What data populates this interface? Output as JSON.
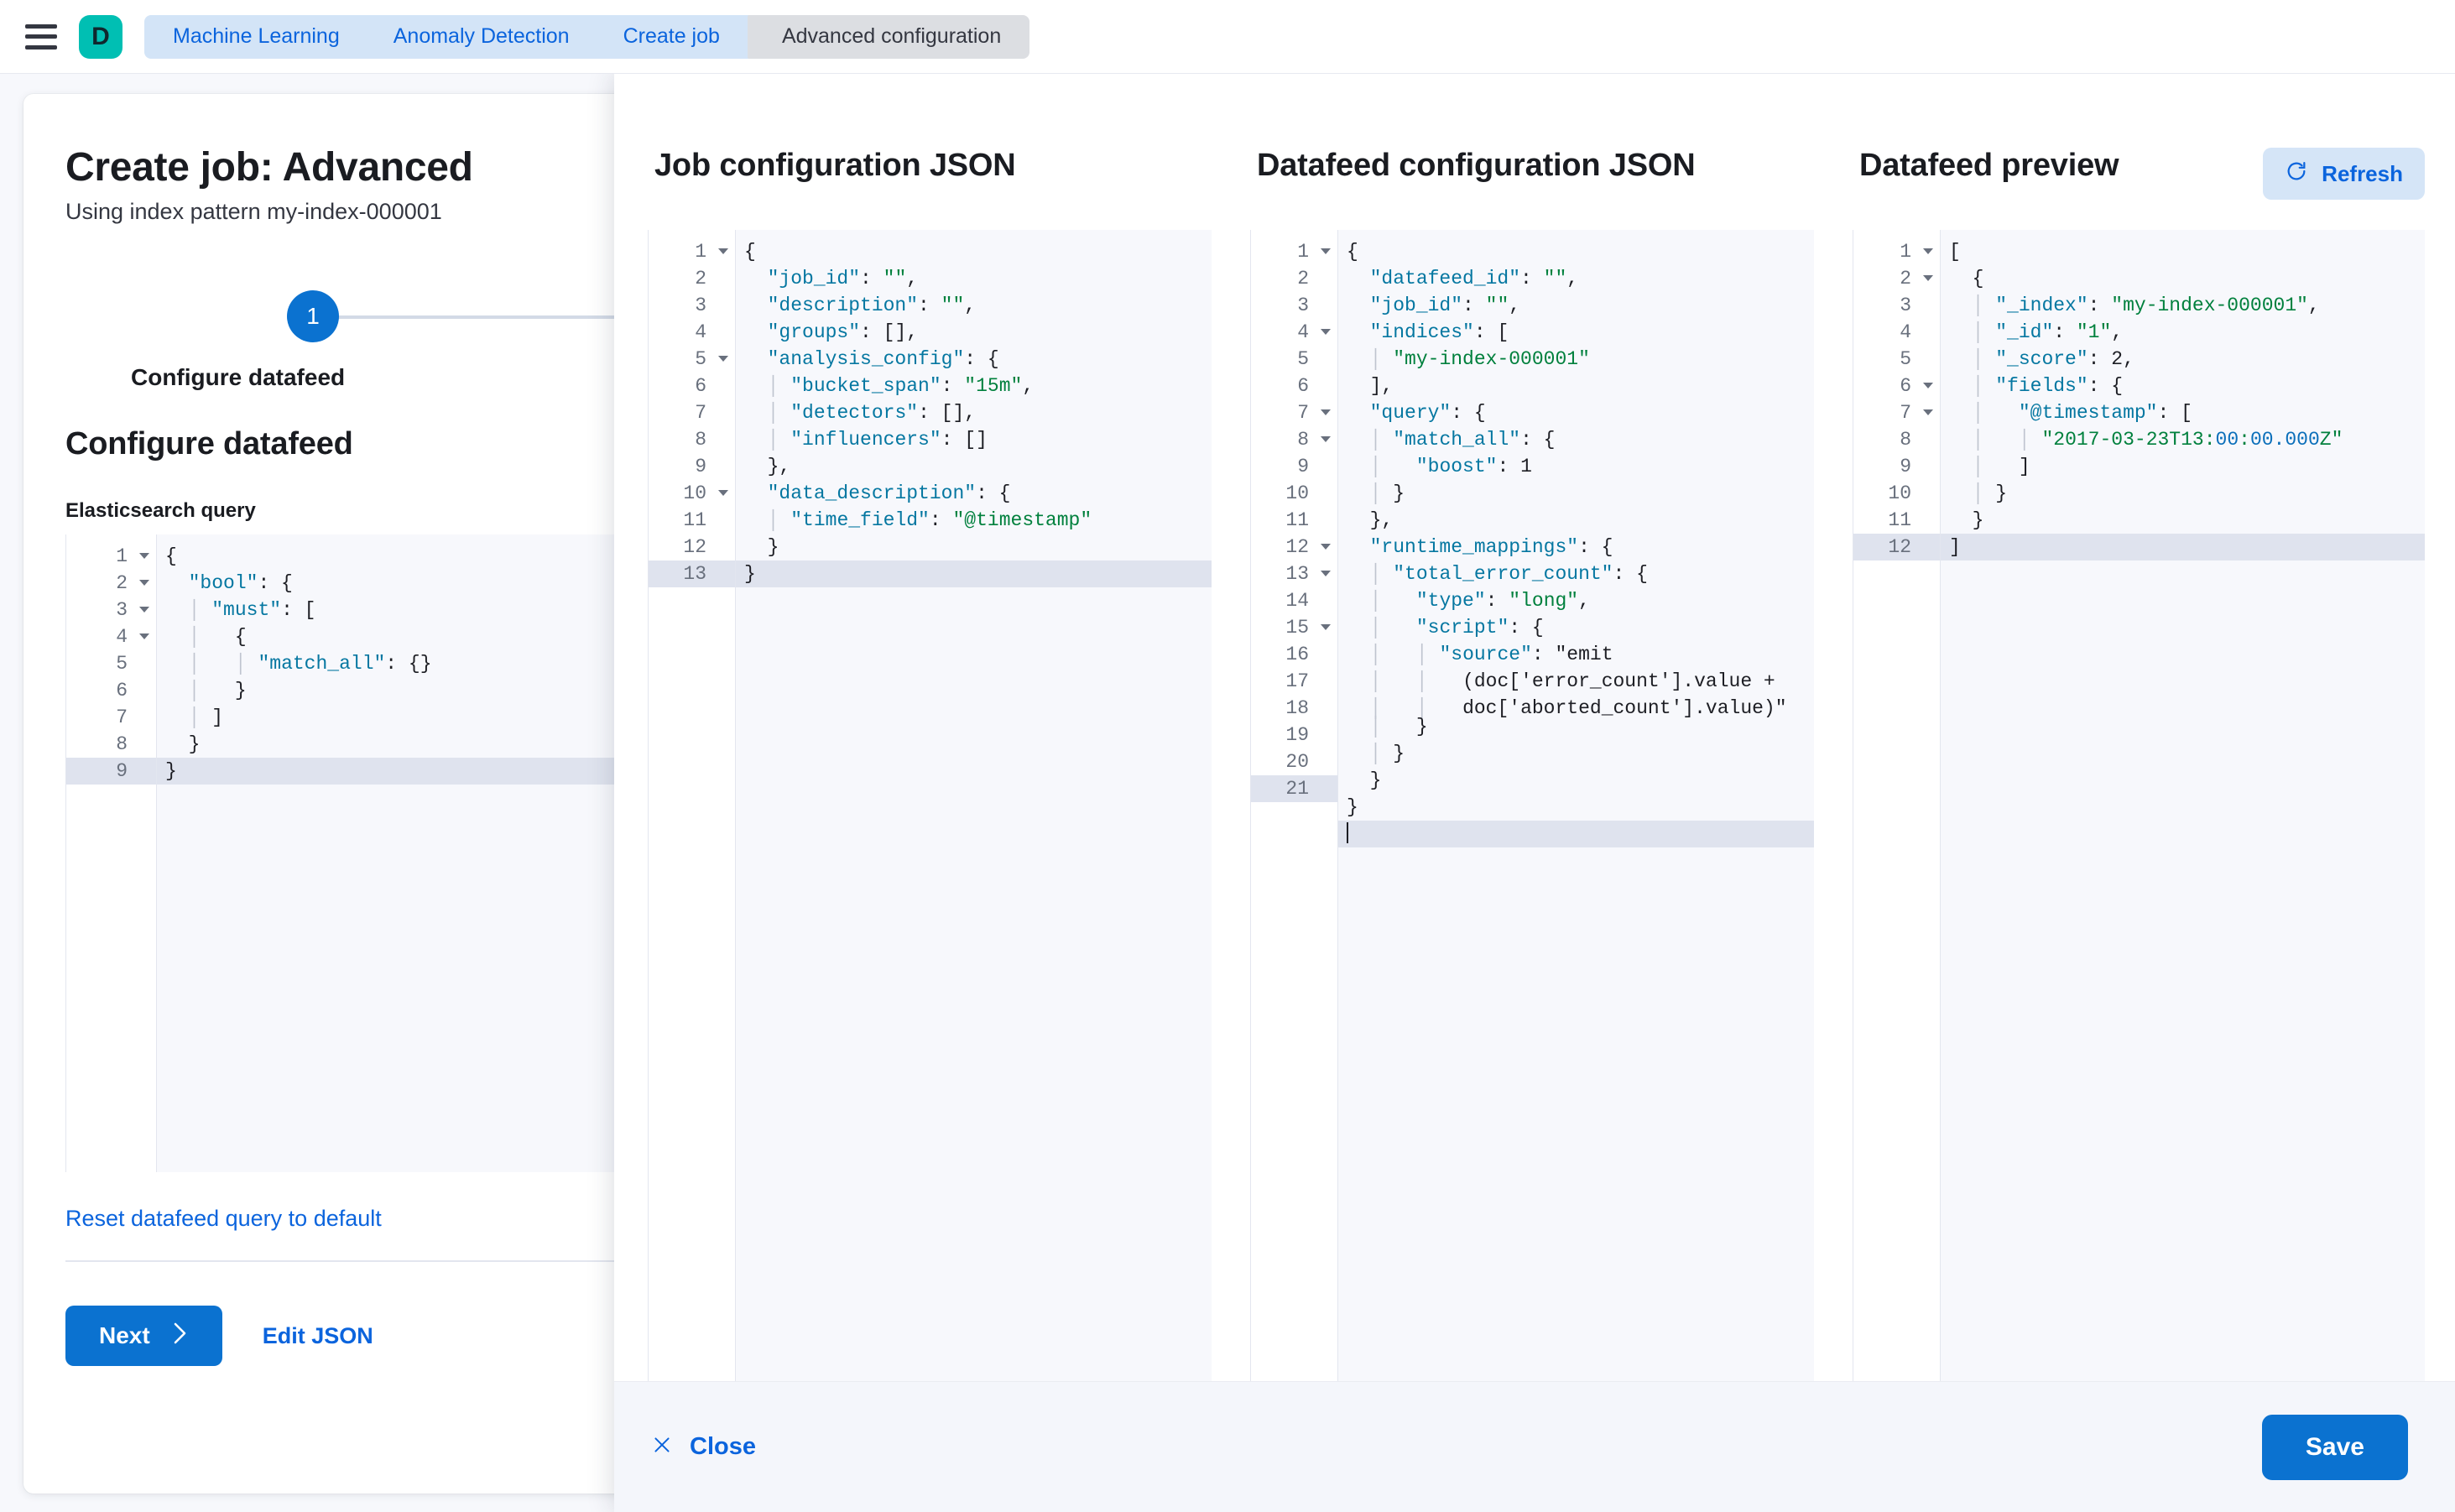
{
  "chrome": {
    "menu_icon": "hamburger-menu-icon",
    "logo_letter": "D",
    "breadcrumbs": [
      {
        "label": "Machine Learning",
        "active": false
      },
      {
        "label": "Anomaly Detection",
        "active": false
      },
      {
        "label": "Create job",
        "active": false
      },
      {
        "label": "Advanced configuration",
        "active": true
      }
    ]
  },
  "wizard": {
    "title": "Create job: Advanced",
    "subtitle": "Using index pattern my-index-000001",
    "step_number": "1",
    "step_label": "Configure datafeed",
    "section_heading": "Configure datafeed",
    "query_field_label": "Elasticsearch query",
    "reset_link": "Reset datafeed query to default",
    "next_button": "Next",
    "next_icon": "chevron-right-icon",
    "edit_json_button": "Edit JSON",
    "query_editor": {
      "lines": [
        {
          "n": "1",
          "fold": true,
          "text": "{"
        },
        {
          "n": "2",
          "fold": true,
          "text": "  \"bool\": {"
        },
        {
          "n": "3",
          "fold": true,
          "text": "    \"must\": ["
        },
        {
          "n": "4",
          "fold": true,
          "text": "      {"
        },
        {
          "n": "5",
          "fold": false,
          "text": "        \"match_all\": {}"
        },
        {
          "n": "6",
          "fold": false,
          "text": "      }"
        },
        {
          "n": "7",
          "fold": false,
          "text": "    ]"
        },
        {
          "n": "8",
          "fold": false,
          "text": "  }"
        },
        {
          "n": "9",
          "fold": false,
          "text": "}",
          "active": true
        }
      ]
    }
  },
  "flyout": {
    "panes": {
      "job_config": {
        "title": "Job configuration JSON",
        "lines": [
          {
            "n": "1",
            "fold": true,
            "text": "{"
          },
          {
            "n": "2",
            "fold": false,
            "text": "  \"job_id\": \"\","
          },
          {
            "n": "3",
            "fold": false,
            "text": "  \"description\": \"\","
          },
          {
            "n": "4",
            "fold": false,
            "text": "  \"groups\": [],"
          },
          {
            "n": "5",
            "fold": true,
            "text": "  \"analysis_config\": {"
          },
          {
            "n": "6",
            "fold": false,
            "text": "    \"bucket_span\": \"15m\","
          },
          {
            "n": "7",
            "fold": false,
            "text": "    \"detectors\": [],"
          },
          {
            "n": "8",
            "fold": false,
            "text": "    \"influencers\": []"
          },
          {
            "n": "9",
            "fold": false,
            "text": "  },"
          },
          {
            "n": "10",
            "fold": true,
            "text": "  \"data_description\": {"
          },
          {
            "n": "11",
            "fold": false,
            "text": "    \"time_field\": \"@timestamp\""
          },
          {
            "n": "12",
            "fold": false,
            "text": "  }"
          },
          {
            "n": "13",
            "fold": false,
            "text": "}",
            "active": true
          }
        ]
      },
      "datafeed_config": {
        "title": "Datafeed configuration JSON",
        "lines": [
          {
            "n": "1",
            "fold": true,
            "text": "{"
          },
          {
            "n": "2",
            "fold": false,
            "text": "  \"datafeed_id\": \"\","
          },
          {
            "n": "3",
            "fold": false,
            "text": "  \"job_id\": \"\","
          },
          {
            "n": "4",
            "fold": true,
            "text": "  \"indices\": ["
          },
          {
            "n": "5",
            "fold": false,
            "text": "    \"my-index-000001\""
          },
          {
            "n": "6",
            "fold": false,
            "text": "  ],"
          },
          {
            "n": "7",
            "fold": true,
            "text": "  \"query\": {"
          },
          {
            "n": "8",
            "fold": true,
            "text": "    \"match_all\": {"
          },
          {
            "n": "9",
            "fold": false,
            "text": "      \"boost\": 1"
          },
          {
            "n": "10",
            "fold": false,
            "text": "    }"
          },
          {
            "n": "11",
            "fold": false,
            "text": "  },"
          },
          {
            "n": "12",
            "fold": true,
            "text": "  \"runtime_mappings\": {"
          },
          {
            "n": "13",
            "fold": true,
            "text": "    \"total_error_count\": {"
          },
          {
            "n": "14",
            "fold": false,
            "text": "      \"type\": \"long\","
          },
          {
            "n": "15",
            "fold": true,
            "text": "      \"script\": {"
          },
          {
            "n": "16",
            "fold": false,
            "wrap": 3,
            "text": "        \"source\": \"emit\n          (doc['error_count'].value +\n          doc['aborted_count'].value)\""
          },
          {
            "n": "17",
            "fold": false,
            "text": "      }"
          },
          {
            "n": "18",
            "fold": false,
            "text": "    }"
          },
          {
            "n": "19",
            "fold": false,
            "text": "  }"
          },
          {
            "n": "20",
            "fold": false,
            "text": "}"
          },
          {
            "n": "21",
            "fold": false,
            "text": "",
            "active": true,
            "caret": true
          }
        ]
      },
      "datafeed_preview": {
        "title": "Datafeed preview",
        "refresh_button": "Refresh",
        "refresh_icon": "refresh-icon",
        "lines": [
          {
            "n": "1",
            "fold": true,
            "text": "["
          },
          {
            "n": "2",
            "fold": true,
            "text": "  {"
          },
          {
            "n": "3",
            "fold": false,
            "text": "    \"_index\": \"my-index-000001\","
          },
          {
            "n": "4",
            "fold": false,
            "text": "    \"_id\": \"1\","
          },
          {
            "n": "5",
            "fold": false,
            "text": "    \"_score\": 2,"
          },
          {
            "n": "6",
            "fold": true,
            "text": "    \"fields\": {"
          },
          {
            "n": "7",
            "fold": true,
            "text": "      \"@timestamp\": ["
          },
          {
            "n": "8",
            "fold": false,
            "text": "        \"2017-03-23T13:00:00.000Z\""
          },
          {
            "n": "9",
            "fold": false,
            "text": "      ]"
          },
          {
            "n": "10",
            "fold": false,
            "text": "    }"
          },
          {
            "n": "11",
            "fold": false,
            "text": "  }"
          },
          {
            "n": "12",
            "fold": false,
            "text": "]",
            "active": true
          }
        ]
      }
    },
    "footer": {
      "close_button": "Close",
      "close_icon": "close-x-icon",
      "save_button": "Save"
    }
  },
  "colors": {
    "accent_blue": "#0b72d0",
    "link_blue": "#0b64dd",
    "brand_teal": "#00bfb3",
    "crumb_blue_bg": "#d3e4f7",
    "crumb_active_bg": "#dcdee2",
    "string_green": "#00803d",
    "key_blue": "#0577a1"
  }
}
